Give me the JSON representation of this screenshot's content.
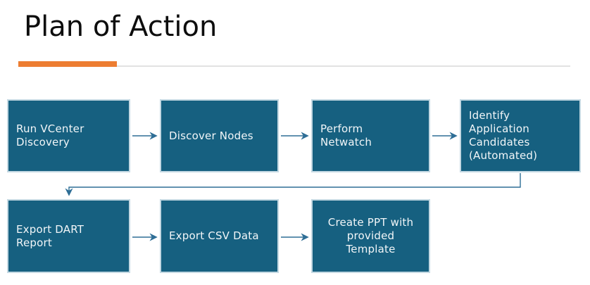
{
  "slide": {
    "title": "Plan of Action"
  },
  "colors": {
    "title_text": "#0d0d0d",
    "accent_bar": "#ED7D31",
    "rule_line": "#e2e2e2",
    "box_fill": "#166080",
    "box_border": "#c3d8e2",
    "box_text": "#f2f6f8",
    "connector": "#2e6e96"
  },
  "flowchart": {
    "nodes": [
      {
        "id": "run-vcenter-discovery",
        "label": "Run VCenter\nDiscovery"
      },
      {
        "id": "discover-nodes",
        "label": "Discover Nodes"
      },
      {
        "id": "perform-netwatch",
        "label": "Perform\nNetwatch"
      },
      {
        "id": "identify-application-candidates",
        "label": "Identify\nApplication\nCandidates\n(Automated)"
      },
      {
        "id": "export-dart-report",
        "label": "Export DART\nReport"
      },
      {
        "id": "export-csv-data",
        "label": "Export CSV Data"
      },
      {
        "id": "create-ppt-with-provided-template",
        "label": "Create PPT with\nprovided\nTemplate"
      }
    ],
    "connections": [
      {
        "from": "run-vcenter-discovery",
        "to": "discover-nodes"
      },
      {
        "from": "discover-nodes",
        "to": "perform-netwatch"
      },
      {
        "from": "perform-netwatch",
        "to": "identify-application-candidates"
      },
      {
        "from": "identify-application-candidates",
        "to": "export-dart-report"
      },
      {
        "from": "export-dart-report",
        "to": "export-csv-data"
      },
      {
        "from": "export-csv-data",
        "to": "create-ppt-with-provided-template"
      }
    ]
  }
}
